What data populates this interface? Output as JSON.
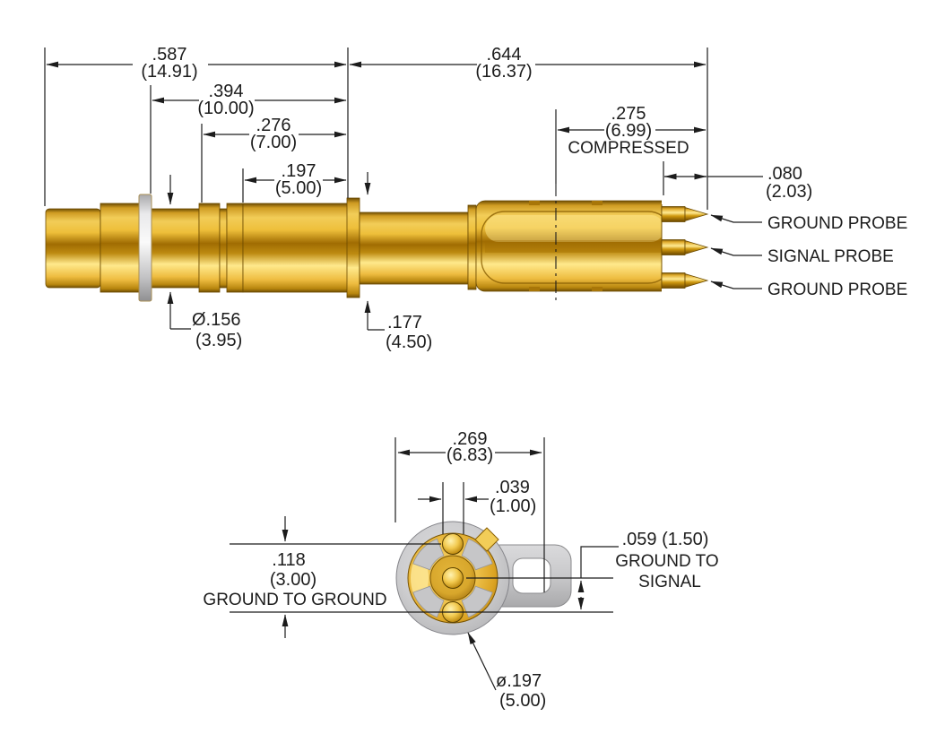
{
  "colors": {
    "gold_light": "#ffe98c",
    "gold_mid": "#eec23e",
    "gold_dark": "#8a5f02",
    "metal_gray": "#c9c9cb",
    "line": "#1c1c1c",
    "background": "#ffffff"
  },
  "side_view": {
    "dims": {
      "overall_rear": {
        "inch": ".587",
        "mm": "(14.91)"
      },
      "overall_front": {
        "inch": ".644",
        "mm": "(16.37)"
      },
      "rear_394": {
        "inch": ".394",
        "mm": "(10.00)"
      },
      "rear_276": {
        "inch": ".276",
        "mm": "(7.00)"
      },
      "rear_197": {
        "inch": ".197",
        "mm": "(5.00)"
      },
      "compressed": {
        "inch": ".275",
        "mm": "(6.99)",
        "note": "COMPRESSED"
      },
      "tip_exposure": {
        "inch": ".080",
        "mm": "(2.03)"
      },
      "body_dia": {
        "inch": "Ø.156",
        "mm": "(3.95)"
      },
      "flange_dia": {
        "inch": ".177",
        "mm": "(4.50)"
      }
    },
    "labels": {
      "top": "GROUND PROBE",
      "middle": "SIGNAL PROBE",
      "bottom": "GROUND PROBE"
    }
  },
  "front_view": {
    "dims": {
      "width_269": {
        "inch": ".269",
        "mm": "(6.83)"
      },
      "pin_dia": {
        "inch": ".039",
        "mm": "(1.00)"
      },
      "ground_to_ground": {
        "inch": ".118",
        "mm": "(3.00)",
        "note": "GROUND TO GROUND"
      },
      "ground_to_signal": {
        "inch": ".059 (1.50)",
        "note_line1": "GROUND TO",
        "note_line2": "SIGNAL"
      },
      "face_dia": {
        "inch": "ø.197",
        "mm": "(5.00)"
      }
    }
  }
}
